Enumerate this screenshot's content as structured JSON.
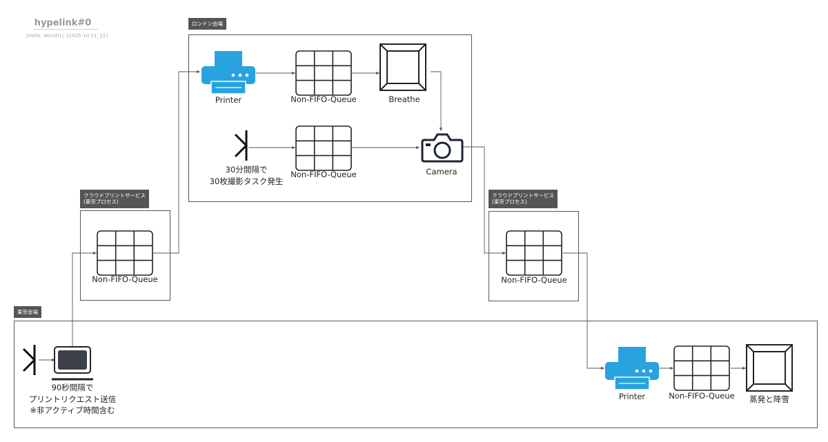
{
  "header": {
    "title": "hypelink#0",
    "subtitle": "[Hello, World!] | {2025-10-11_13}"
  },
  "groups": {
    "london": "ロンドン会場",
    "tokyo": "東京会場",
    "cloud_left": [
      "クラウドプリントサービス",
      "(東京プロセス)"
    ],
    "cloud_right": [
      "クラウドプリントサービス",
      "(東京プロセス)"
    ]
  },
  "labels": {
    "printer_london": "Printer",
    "queue_london_1": "Non-FIFO-Queue",
    "breathe": "Breathe",
    "trigger_london": [
      "30分間隔で",
      "30枚撮影タスク発生"
    ],
    "queue_london_2": "Non-FIFO-Queue",
    "camera": "Camera",
    "queue_cloud_left": "Non-FIFO-Queue",
    "queue_cloud_right": "Non-FIFO-Queue",
    "trigger_tokyo": [
      "90秒間隔で",
      "プリントリクエスト送信",
      "※非アクティブ時間含む"
    ],
    "printer_tokyo": "Printer",
    "queue_tokyo": "Non-FIFO-Queue",
    "evaporation": "蒸発と降雪"
  },
  "colors": {
    "printer": "#29a3e0",
    "tag_bg": "#555555",
    "line": "#555555",
    "icon": "#222222"
  }
}
